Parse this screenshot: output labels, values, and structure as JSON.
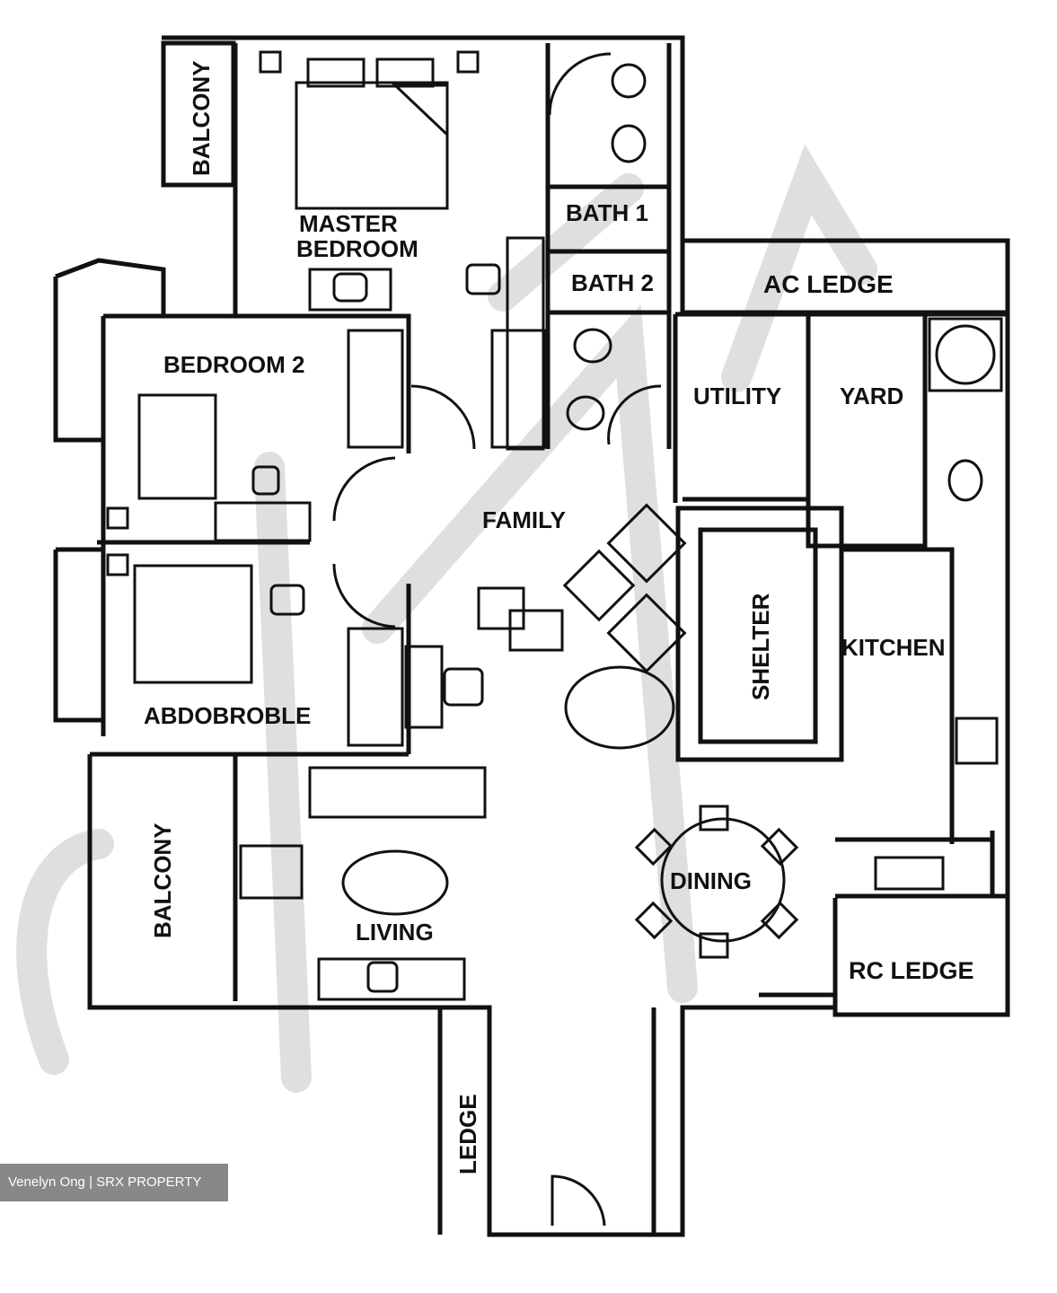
{
  "rooms": {
    "balcony_top": "BALCONY",
    "master_bedroom_line1": "MASTER",
    "master_bedroom_line2": "BEDROOM",
    "bath1": "BATH 1",
    "bath2": "BATH 2",
    "ac_ledge": "AC LEDGE",
    "bedroom2": "BEDROOM 2",
    "utility": "UTILITY",
    "yard": "YARD",
    "family": "FAMILY",
    "shelter": "SHELTER",
    "kitchen": "KITCHEN",
    "bedroom3": "ABDOBROBLE",
    "balcony_left": "BALCONY",
    "living": "LIVING",
    "dining": "DINING",
    "rc_ledge": "RC LEDGE",
    "ledge": "LEDGE"
  },
  "watermark": "Venelyn Ong | SRX PROPERTY",
  "colors": {
    "wall": "#111111",
    "watermark_grey": "#8a8a8a",
    "background": "#ffffff"
  }
}
